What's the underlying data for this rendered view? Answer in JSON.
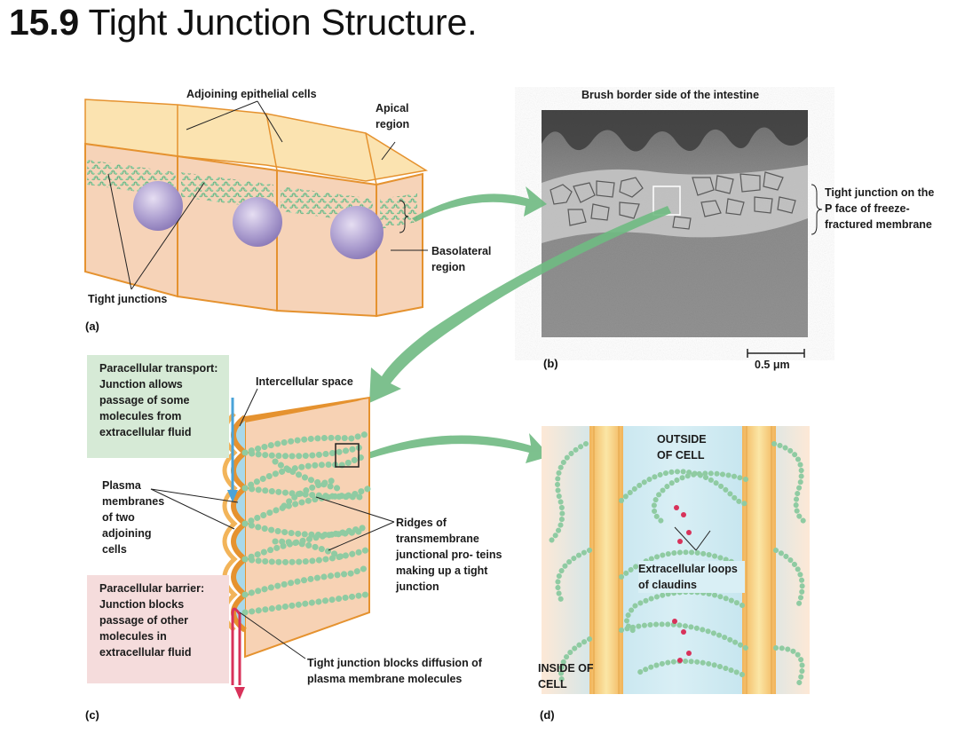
{
  "title": {
    "number": "15.9",
    "text": "Tight Junction Structure."
  },
  "panel_a": {
    "letter": "(a)",
    "adjoining_label": "Adjoining epithelial cells",
    "apical_label": "Apical region",
    "basolateral_label": "Basolateral region",
    "tight_junctions_label": "Tight junctions"
  },
  "panel_b": {
    "letter": "(b)",
    "brush_border_label": "Brush border side of the intestine",
    "tight_junction_label": "Tight junction on the P face of freeze-fractured membrane",
    "scale_label": "0.5 μm"
  },
  "panel_c": {
    "letter": "(c)",
    "paracellular_transport_head": "Paracellular transport:",
    "paracellular_transport_text": "Junction allows passage of some molecules from extracellular fluid",
    "intercellular_space_label": "Intercellular space",
    "plasma_membranes_label": "Plasma membranes of two adjoining cells",
    "ridges_label": "Ridges of transmembrane junctional pro- teins making up a tight junction",
    "paracellular_barrier_head": "Paracellular barrier:",
    "paracellular_barrier_text": "Junction blocks passage of other molecules in extracellular fluid",
    "diffusion_label": "Tight junction blocks diffusion of plasma membrane molecules"
  },
  "panel_d": {
    "letter": "(d)",
    "outside_label": "OUTSIDE OF CELL",
    "inside_label": "INSIDE OF CELL",
    "claudins_label": "Extracellular loops of claudins"
  },
  "colors": {
    "cell_fill": "#f6d3b8",
    "cell_top": "#fbe3b0",
    "membrane": "#e5922f",
    "junction_green": "#8fcba2",
    "nucleus": "#a79acb",
    "transport_box": "#d6ead6",
    "barrier_box": "#f5dcdc",
    "fluid_blue": "#a8d8ea",
    "arrow_green": "#6fba82",
    "red_arrow": "#d8325a"
  }
}
